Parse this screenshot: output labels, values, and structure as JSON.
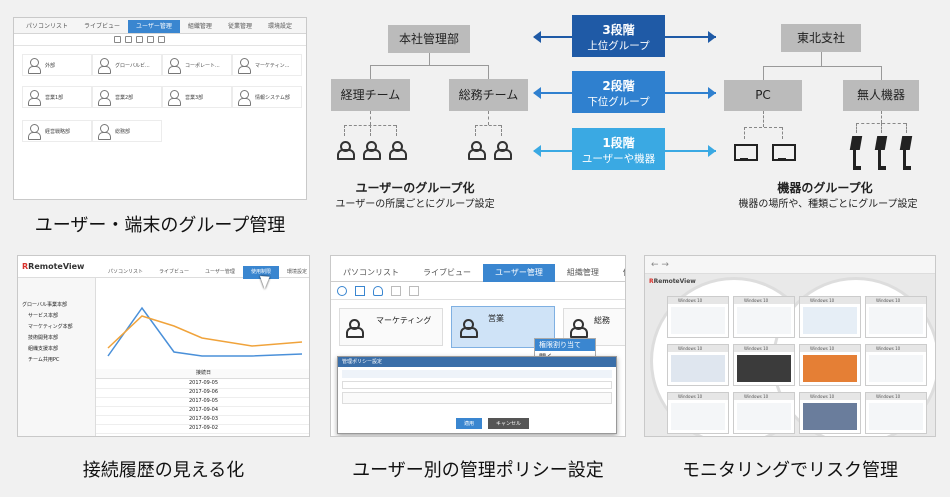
{
  "captions": {
    "p1": "ユーザー・端末のグループ管理",
    "p4": "接続履歴の見える化",
    "p5": "ユーザー別の管理ポリシー設定",
    "p6": "モニタリングでリスク管理"
  },
  "p1": {
    "tabs": [
      "パソコンリスト",
      "ライブビュー",
      "ユーザー管理",
      "組織管理",
      "従業管理",
      "環境設定"
    ],
    "groups": [
      "外部",
      "グローバルビ...",
      "コーポレート...",
      "マーケティン...",
      "営業1部",
      "営業2部",
      "営業3部",
      "情報システム部",
      "経営戦略部",
      "総務部"
    ]
  },
  "diagram": {
    "hq": "本社管理部",
    "team1": "経理チーム",
    "team2": "総務チーム",
    "branch": "東北支社",
    "dev1": "PC",
    "dev2": "無人機器",
    "levels": [
      {
        "title": "3段階",
        "sub": "上位グループ",
        "color": "#1f5aa6"
      },
      {
        "title": "2段階",
        "sub": "下位グループ",
        "color": "#2f80cf"
      },
      {
        "title": "1段階",
        "sub": "ユーザーや機器",
        "color": "#3aa9e3"
      }
    ],
    "left_title": "ユーザーのグループ化",
    "left_sub": "ユーザーの所属ごとにグループ設定",
    "right_title": "機器のグループ化",
    "right_sub": "機器の場所や、種類ごとにグループ設定"
  },
  "p4": {
    "logo": "RemoteView",
    "tabs": [
      "パソコンリスト",
      "ライブビュー",
      "ユーザー管理",
      "使用制限",
      "環境設定"
    ],
    "tree": [
      "グローバル事業本部",
      "サービス本部",
      "マーケティング本部",
      "技術開発本部",
      "組織支援本部",
      "チーム共用PC"
    ],
    "dates": [
      "2017-09-05",
      "2017-09-06",
      "2017-09-05",
      "2017-09-04",
      "2017-09-03",
      "2017-09-02"
    ],
    "col_header": "接続日"
  },
  "p5": {
    "tabs": [
      "パソコンリスト",
      "ライブビュー",
      "ユーザー管理",
      "組織管理",
      "使用"
    ],
    "cards": [
      "マーケティング",
      "営業",
      "総務"
    ],
    "menu": [
      "権限割り当て",
      "開く"
    ],
    "dialog_title": "管理ポリシー設定",
    "ok": "適用",
    "cancel": "キャンセル"
  },
  "p6": {
    "logo": "RemoteView",
    "win_label": "Windows 10"
  }
}
